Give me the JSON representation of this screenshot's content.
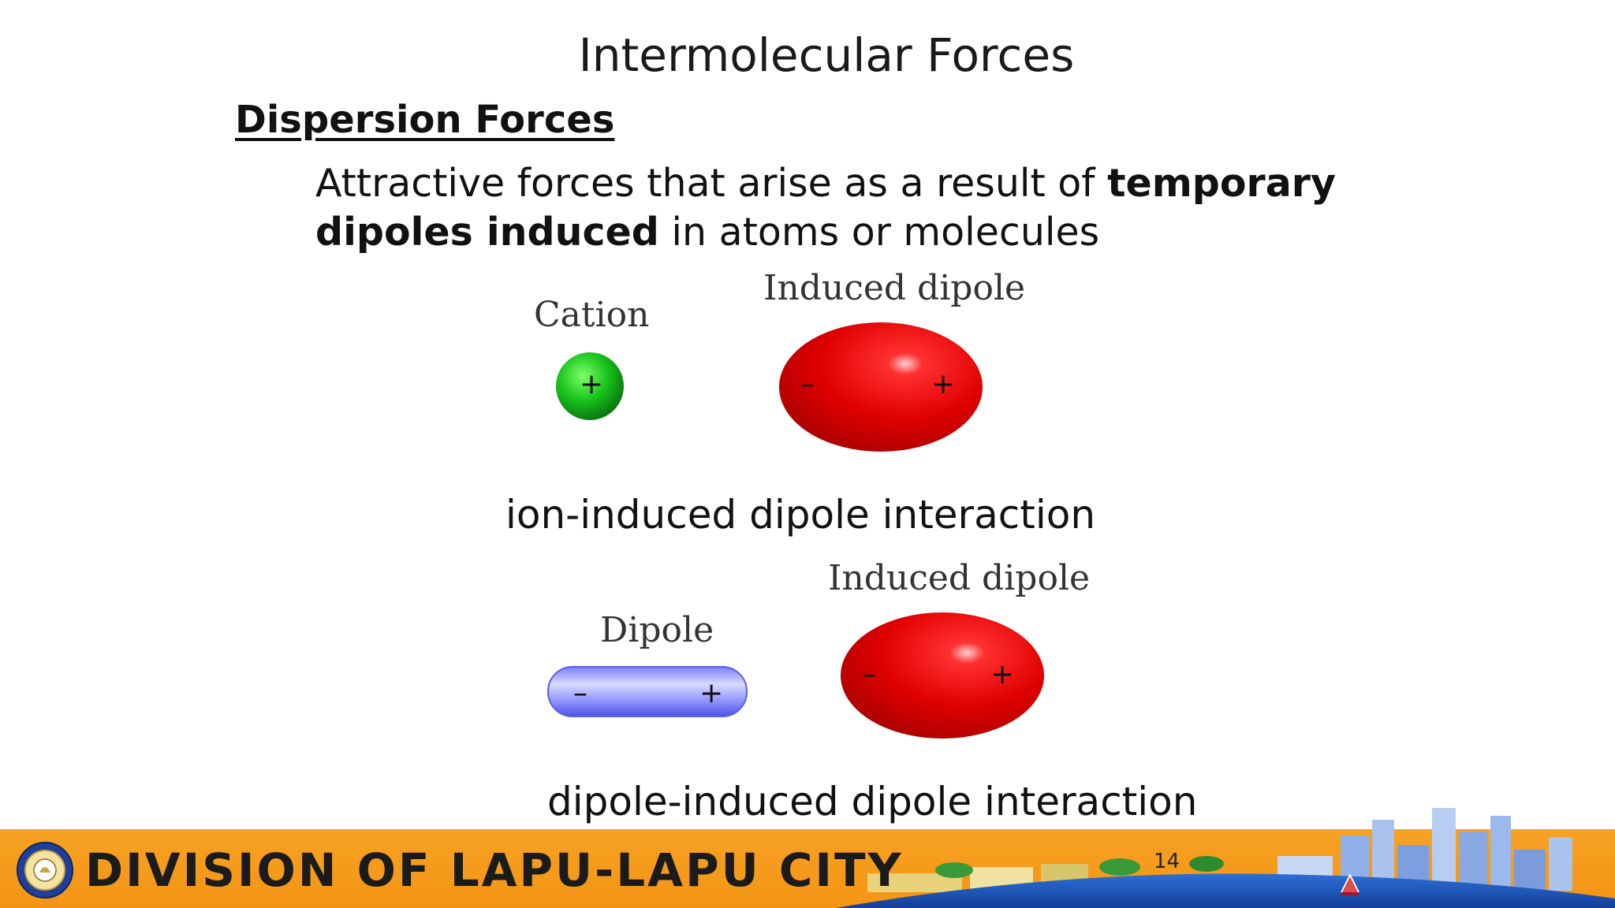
{
  "slide": {
    "title": "Intermolecular Forces",
    "subheading": "Dispersion Forces",
    "definition": {
      "part1": "Attractive forces that arise as a result of ",
      "bold1": "temporary",
      "bold2": "dipoles induced",
      "part2": " in atoms or molecules"
    }
  },
  "diagram1": {
    "cation_label": "Cation",
    "cation_sign": "+",
    "induced_label": "Induced dipole",
    "induced_minus": "–",
    "induced_plus": "+",
    "caption": "ion-induced dipole interaction"
  },
  "diagram2": {
    "dipole_label": "Dipole",
    "dipole_minus": "–",
    "dipole_plus": "+",
    "induced_label": "Induced dipole",
    "induced_minus": "–",
    "induced_plus": "+",
    "caption": "dipole-induced dipole interaction"
  },
  "footer": {
    "division_text": "DIVISION OF LAPU-LAPU CITY",
    "page_number": "14",
    "band_color": "#f39414"
  }
}
